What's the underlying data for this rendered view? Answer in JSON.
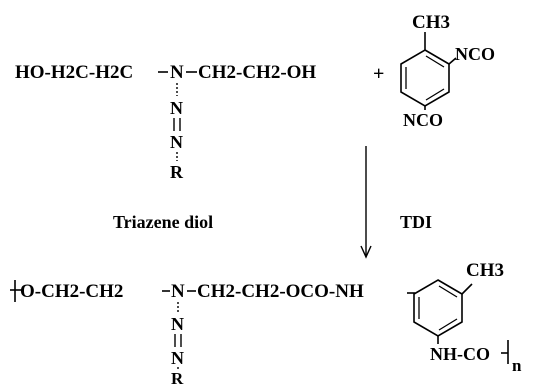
{
  "reactant_1": {
    "left_chain": "HO-H2C-H2C",
    "nitrogen": "N",
    "right_chain": "CH2-CH2-OH",
    "azo_n1": "N",
    "azo_n2": "N",
    "substituent": "R",
    "caption": "Triazene diol"
  },
  "plus_sign": "+",
  "reactant_2": {
    "methyl": "CH3",
    "isocyanate_1": "NCO",
    "isocyanate_2": "NCO",
    "caption": "TDI"
  },
  "product": {
    "open_bracket": "[",
    "left_chain": "O-CH2-CH2",
    "nitrogen": "N",
    "right_chain": "CH2-CH2-OCO-NH",
    "azo_n1": "N",
    "azo_n2": "N",
    "substituent": "R",
    "methyl": "CH3",
    "amide": "NH-CO",
    "close_bracket": "]",
    "repeat_unit": "n"
  }
}
